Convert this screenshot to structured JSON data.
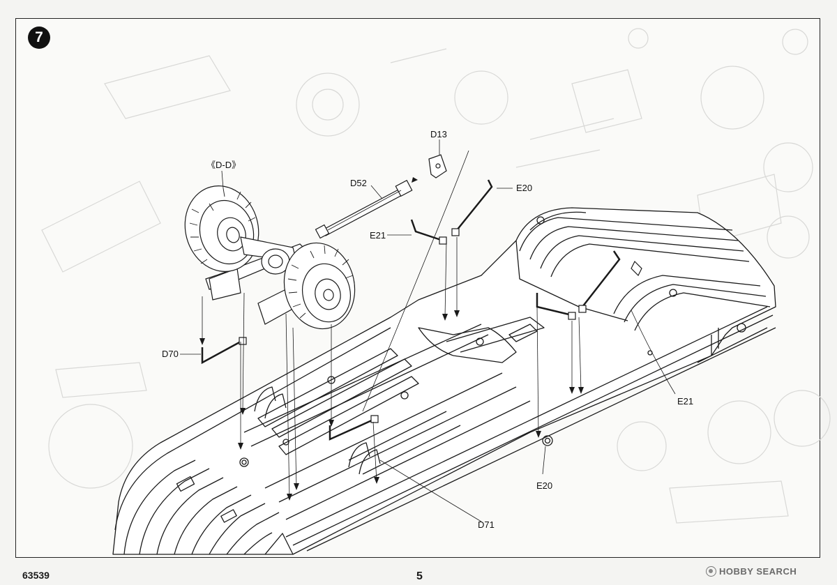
{
  "step": {
    "number": "7"
  },
  "callouts": {
    "assembly": "《D-D》",
    "d13": "D13",
    "d52": "D52",
    "e20_top": "E20",
    "e21_left": "E21",
    "d70": "D70",
    "e21_right": "E21",
    "e20_bottom": "E20",
    "d71": "D71"
  },
  "footer": {
    "kit_number": "63539",
    "page_number": "5",
    "watermark": "HOBBY SEARCH"
  },
  "colors": {
    "ink": "#1a1a1a",
    "paper": "#fafaf8",
    "ghost": "#d6d6d6",
    "badge": "#111111"
  }
}
